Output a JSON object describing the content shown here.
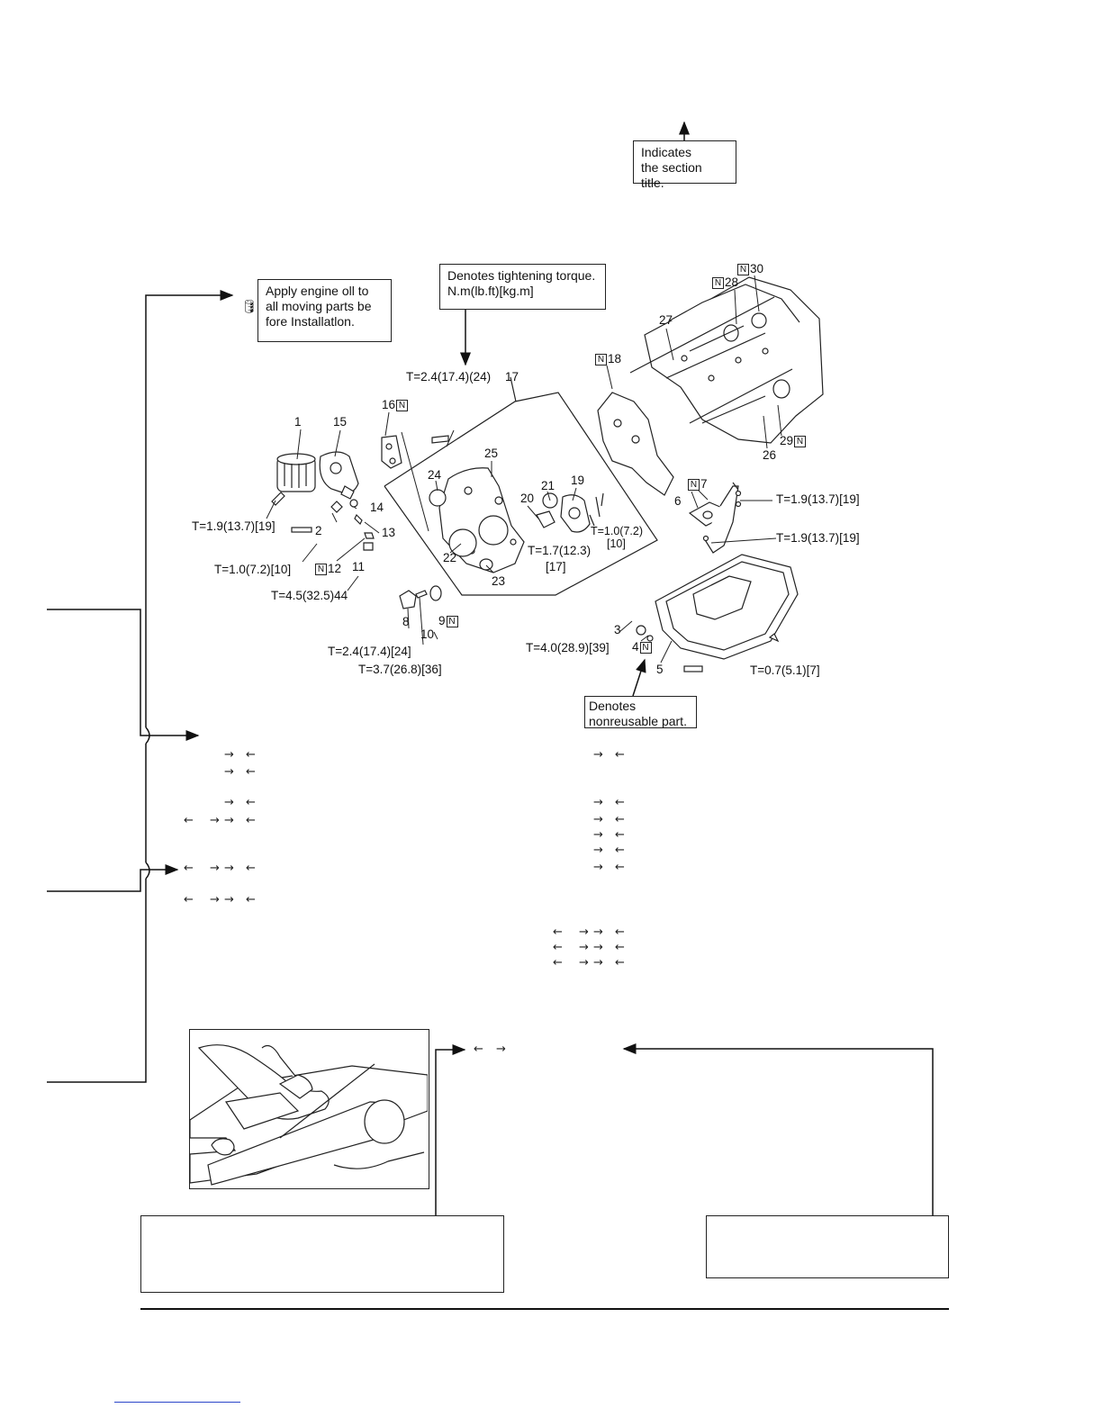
{
  "callouts": {
    "section_title": "Indicates\nthe section title.",
    "apply_oil": "Apply engine oll to\nall moving parts be\nfore Installatlon.",
    "torque": "Denotes tightening torque.\nN.m(lb.ft)[kg.m]",
    "nonreusable": "Denotes\nnonreusable part."
  },
  "parts": {
    "p1": "1",
    "p15": "15",
    "p16": "16",
    "p17": "17",
    "p24": "24",
    "p25": "25",
    "p19": "19",
    "p20": "20",
    "p21": "21",
    "p22": "22",
    "p23": "23",
    "p2": "2",
    "p14": "14",
    "p13": "13",
    "p12": "12",
    "p11": "11",
    "p8": "8",
    "p9": "9",
    "p10": "10",
    "p3": "3",
    "p4": "4",
    "p5": "5",
    "p6": "6",
    "p7": "7",
    "p18": "18",
    "p26": "26",
    "p27": "27",
    "p28": "28",
    "p29": "29",
    "p30": "30",
    "N": "N"
  },
  "torques": {
    "t_17": "T=2.4(17.4)(24)",
    "t_1": "T=1.9(13.7)[19]",
    "t_2": "T=1.0(7.2)[10]",
    "t_12": "T=4.5(32.5)44",
    "t_20a": "T=1.7(12.3)",
    "t_20b": "[17]",
    "t_19a": "T=1.0(7.2)",
    "t_19b": "[10]",
    "t_8": "T=2.4(17.4)[24]",
    "t_10": "T=3.7(26.8)[36]",
    "t_3": "T=4.0(28.9)[39]",
    "t_5": "T=0.7(5.1)[7]",
    "t_7a": "T=1.9(13.7)[19]",
    "t_7b": "T=1.9(13.7)[19]"
  },
  "arrow_glyphs": {
    "right": "→",
    "left": "←"
  }
}
